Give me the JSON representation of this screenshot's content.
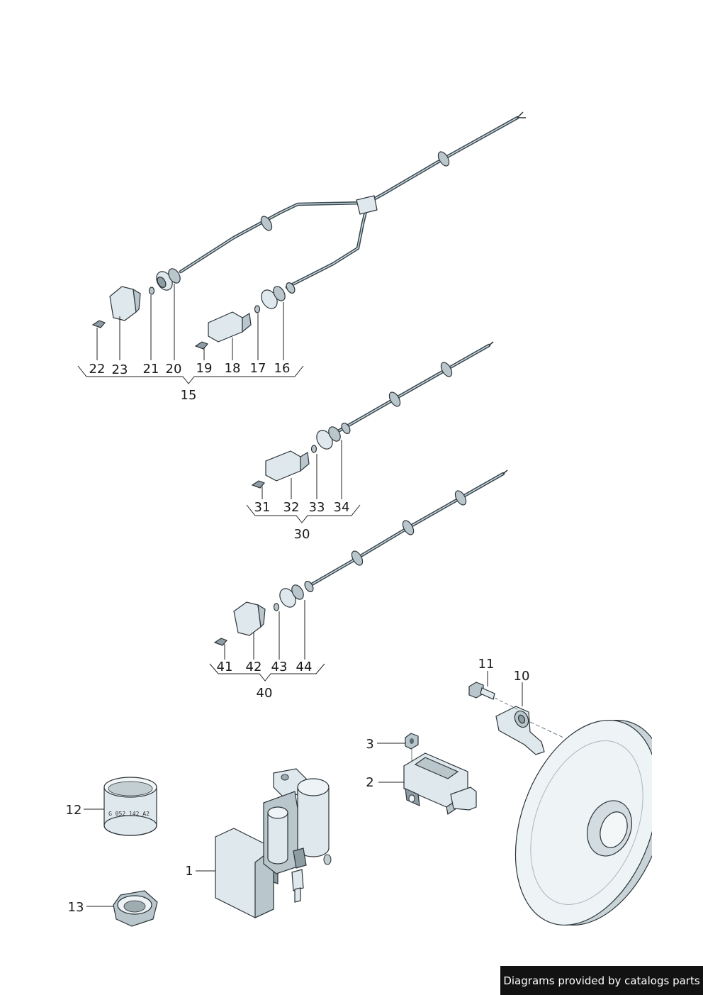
{
  "callouts": {
    "c1": "1",
    "c2": "2",
    "c3": "3",
    "c10": "10",
    "c11": "11",
    "c12": "12",
    "c13": "13",
    "c15": "15",
    "c16": "16",
    "c17": "17",
    "c18": "18",
    "c19": "19",
    "c20": "20",
    "c21": "21",
    "c22": "22",
    "c23": "23",
    "c30": "30",
    "c31": "31",
    "c32": "32",
    "c33": "33",
    "c34": "34",
    "c40": "40",
    "c41": "41",
    "c42": "42",
    "c43": "43",
    "c44": "44"
  },
  "part_marking": "G 052 142 A2",
  "credit": "Diagrams provided by catalogs parts",
  "colors": {
    "outline": "#2b3338",
    "part_fill": "#dfe8ec",
    "cable": "#3c4a52",
    "credit_bg": "#121212"
  }
}
